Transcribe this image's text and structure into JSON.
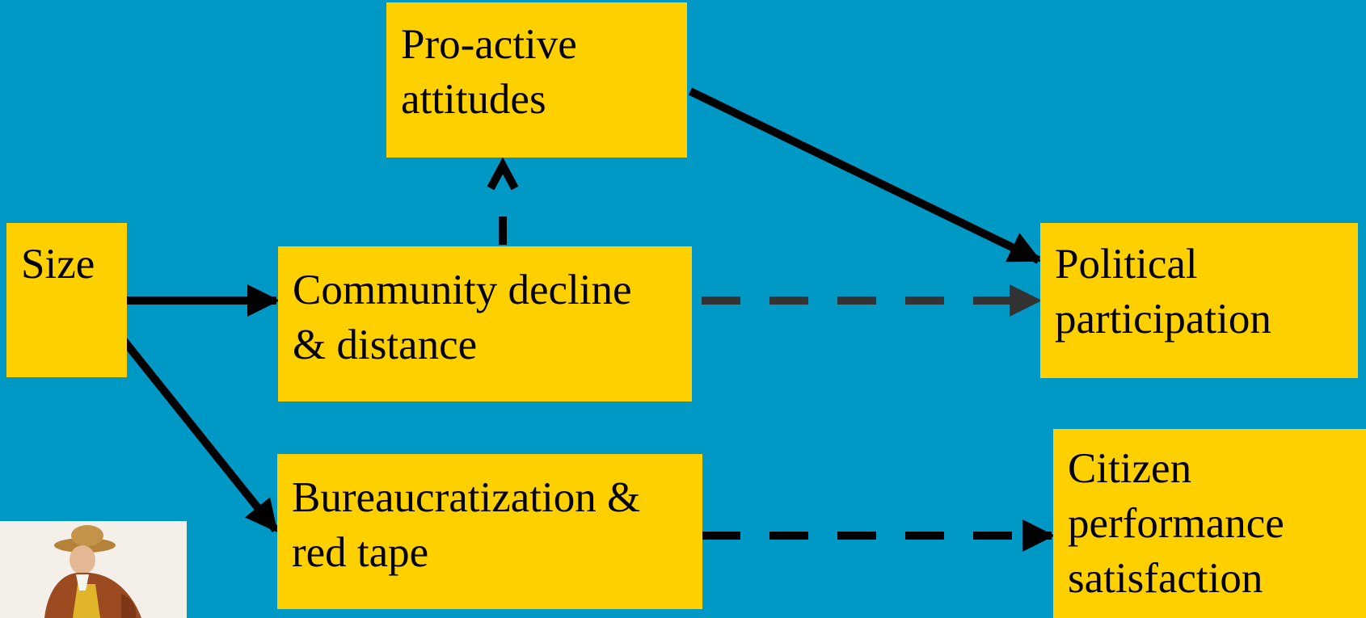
{
  "nodes": {
    "size": [
      "Size"
    ],
    "proactive": [
      "Pro-active",
      "attitudes"
    ],
    "community": [
      "Community decline",
      "& distance"
    ],
    "bureau": [
      "Bureaucratization &",
      "red tape"
    ],
    "political": [
      "Political",
      "participation"
    ],
    "citizen": [
      "Citizen",
      "performance",
      "satisfaction"
    ]
  },
  "colors": {
    "background": "#0099c6",
    "box": "#fed000",
    "arrow_solid": "#000000",
    "arrow_dashed_gray": "#333333"
  },
  "edges": [
    {
      "from": "Size",
      "to": "Community decline & distance",
      "style": "solid"
    },
    {
      "from": "Size",
      "to": "Bureaucratization & red tape",
      "style": "solid"
    },
    {
      "from": "Community decline & distance",
      "to": "Pro-active attitudes",
      "style": "dashed"
    },
    {
      "from": "Pro-active attitudes",
      "to": "Political participation",
      "style": "solid"
    },
    {
      "from": "Community decline & distance",
      "to": "Political participation",
      "style": "dashed"
    },
    {
      "from": "Bureaucratization & red tape",
      "to": "Citizen performance satisfaction",
      "style": "dashed"
    }
  ]
}
